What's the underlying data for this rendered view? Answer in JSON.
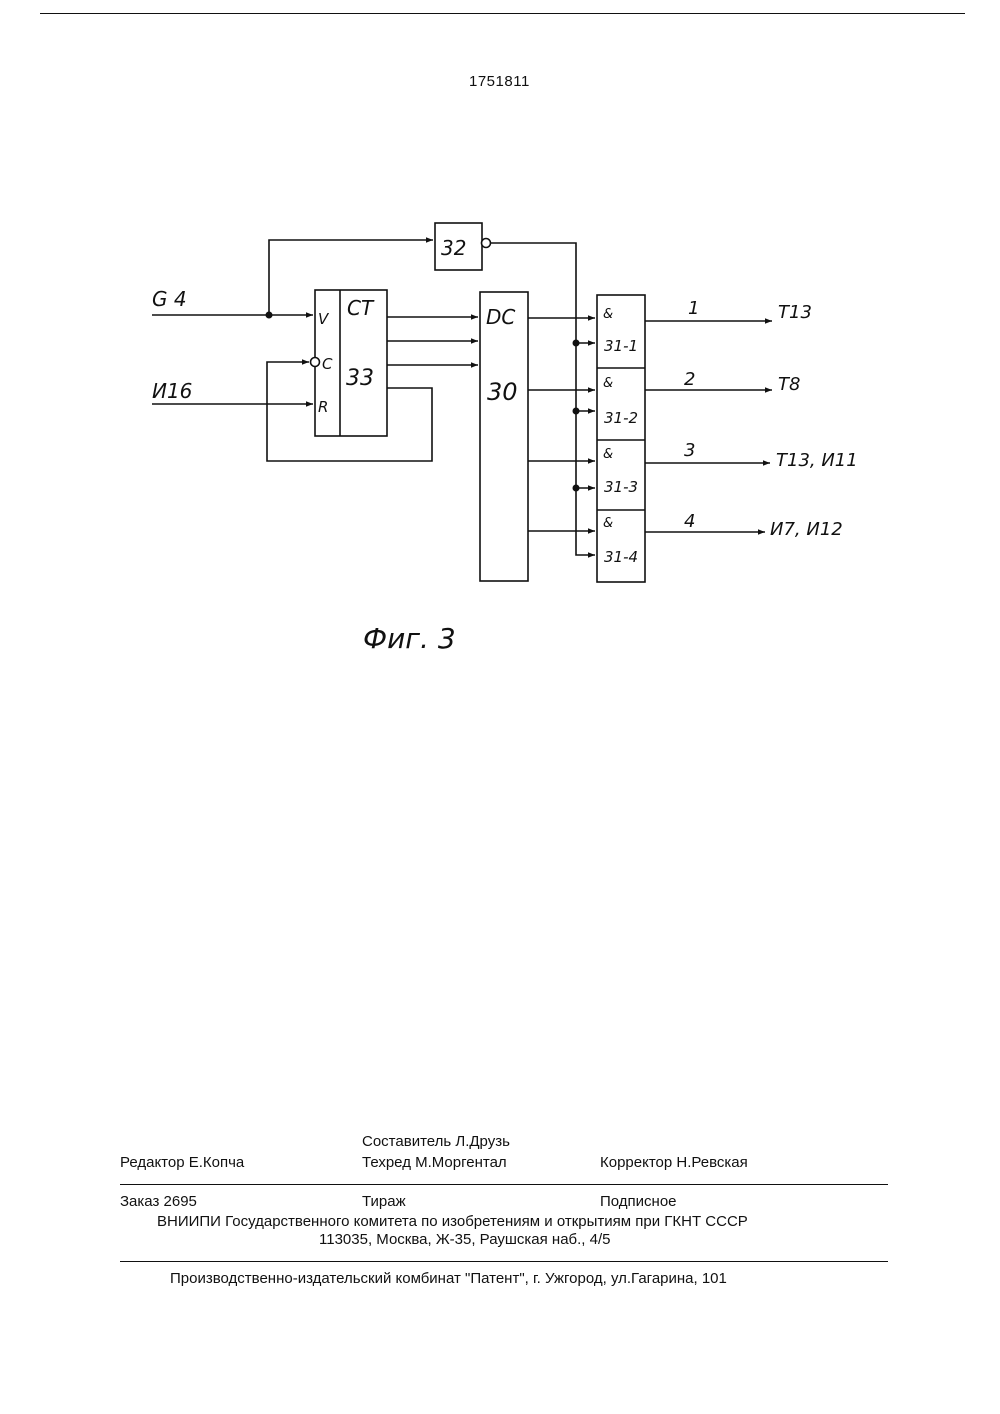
{
  "patent_number": "1751811",
  "diagram": {
    "figure_caption": "Фиг. 3",
    "inputs": {
      "g": "G 4",
      "i": "И16"
    },
    "block_32": "32",
    "counter": {
      "pin_v": "V",
      "pin_c": "C",
      "pin_r": "R",
      "type": "CT",
      "number": "33"
    },
    "decoder": {
      "type": "DC",
      "number": "30"
    },
    "gates": [
      {
        "sym": "&",
        "label": "31-1",
        "line": "1",
        "target": "Т13"
      },
      {
        "sym": "&",
        "label": "31-2",
        "line": "2",
        "target": "Т8"
      },
      {
        "sym": "&",
        "label": "31-3",
        "line": "3",
        "target": "Т13, И11"
      },
      {
        "sym": "&",
        "label": "31-4",
        "line": "4",
        "target": "И7, И12"
      }
    ]
  },
  "colophon": {
    "compiler": "Составитель  Л.Друзь",
    "editor": "Редактор Е.Копча",
    "techred": "Техред М.Моргентал",
    "corrector": "Корректор  Н.Ревская",
    "order": "Заказ 2695",
    "circulation": "Тираж",
    "subscription": "Подписное",
    "org": "ВНИИПИ Государственного комитета по изобретениям и открытиям при ГКНТ СССР",
    "address": "113035, Москва, Ж-35, Раушская наб., 4/5",
    "printer": "Производственно-издательский комбинат \"Патент\", г. Ужгород, ул.Гагарина, 101"
  }
}
